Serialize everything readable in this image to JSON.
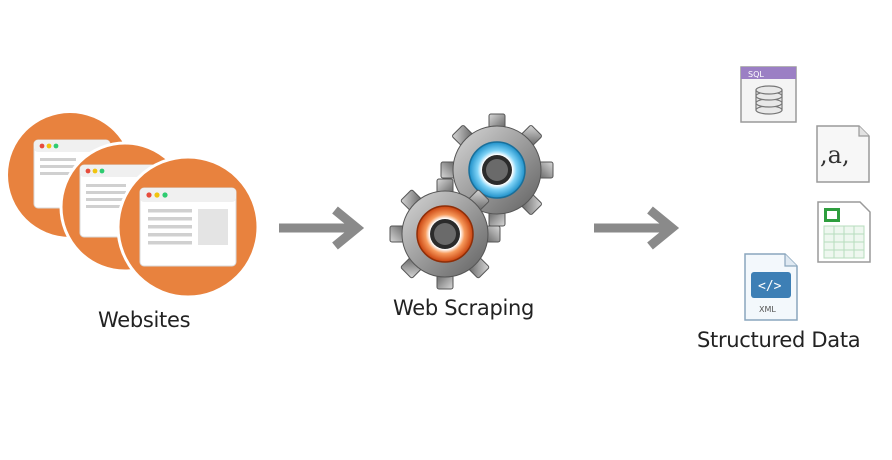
{
  "labels": {
    "websites": "Websites",
    "web_scraping": "Web Scraping",
    "structured_data": "Structured Data"
  },
  "icons": {
    "sql": "SQL",
    "text": ",a,",
    "xml": "XML",
    "xml_tag": "</>"
  },
  "colors": {
    "orange_circle": "#E8823E",
    "arrow": "#8a8a8a",
    "gear_metal": "#9a9a9a",
    "gear_blue": "#2aa8e0",
    "gear_orange": "#e2551a",
    "spreadsheet_green": "#2e9e3e",
    "sql_purple": "#9b7fc4"
  }
}
